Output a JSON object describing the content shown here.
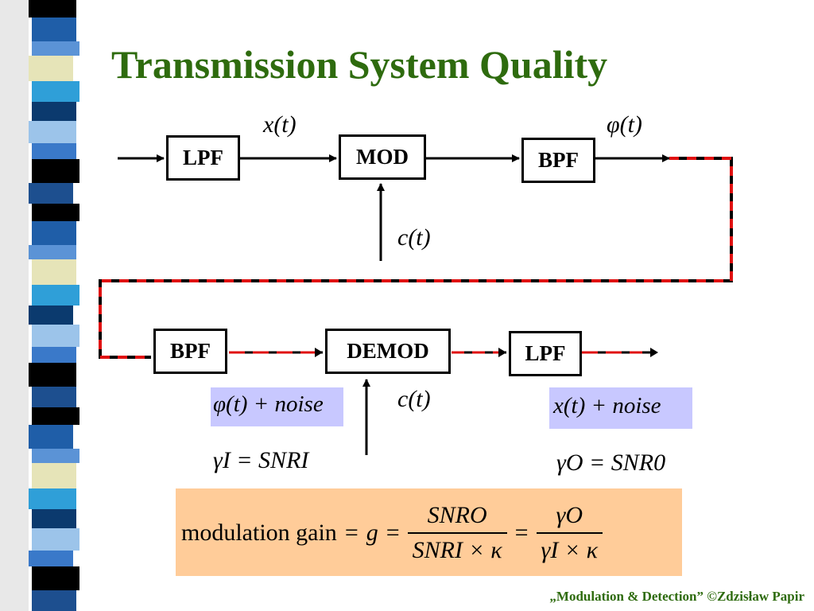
{
  "title": "Transmission System Quality",
  "blocks": {
    "lpf_tx": "LPF",
    "mod": "MOD",
    "bpf_tx": "BPF",
    "bpf_rx": "BPF",
    "demod": "DEMOD",
    "lpf_rx": "LPF"
  },
  "signals": {
    "x_t": "x(t)",
    "phi_t": "φ(t)",
    "c_t_top": "c(t)",
    "c_t_bottom": "c(t)",
    "phi_noise": "φ(t) + noise",
    "x_noise": "x(t) + noise"
  },
  "snr": {
    "input": "γI = SNRI",
    "output": "γO = SNR0"
  },
  "gain_formula": {
    "label": "modulation gain",
    "symbol": "g",
    "frac1_num": "SNRO",
    "frac1_den": "SNRI × κ",
    "frac2_num": "γO",
    "frac2_den": "γI × κ"
  },
  "footer": "„Modulation & Detection” ©Zdzisław Papir",
  "colors": {
    "title": "#2e6b0e",
    "channel_dash": "#e01010",
    "highlight": "#c8c8ff",
    "gain_box": "#ffcc99"
  }
}
